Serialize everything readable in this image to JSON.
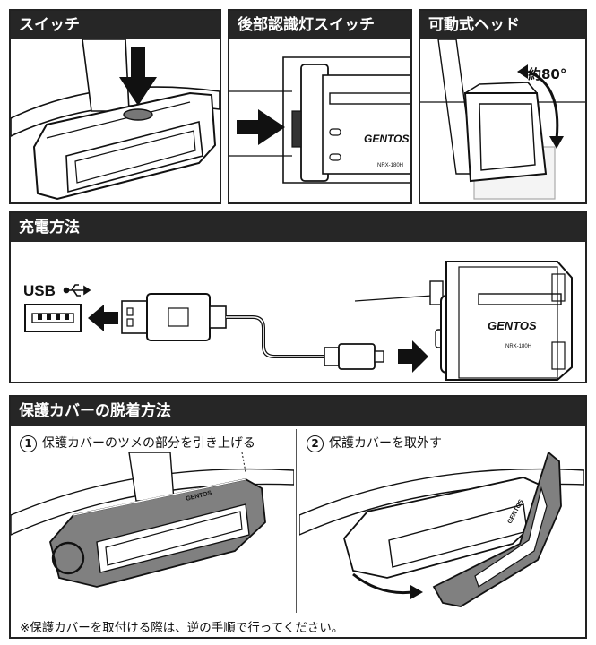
{
  "panels": {
    "switch": {
      "title": "スイッチ"
    },
    "rear_switch": {
      "title": "後部認識灯スイッチ",
      "brand": "GENTOS",
      "model": "NRX-180H"
    },
    "head": {
      "title": "可動式ヘッド",
      "angle_label": "約80°"
    },
    "charging": {
      "title": "充電方法",
      "usb_label": "USB",
      "brand": "GENTOS",
      "model": "NRX-180H"
    },
    "cover": {
      "title": "保護カバーの脱着方法",
      "step1": {
        "num": "1",
        "text": "保護カバーのツメの部分を引き上げる",
        "brand": "GENTOS"
      },
      "step2": {
        "num": "2",
        "text": "保護カバーを取外す",
        "brand": "GENTOS"
      },
      "note": "※保護カバーを取付ける際は、逆の手順で行ってください。"
    }
  },
  "colors": {
    "header_bg": "#262626",
    "header_text": "#ffffff",
    "cover_gray": "#808080",
    "arrow": "#111111"
  }
}
